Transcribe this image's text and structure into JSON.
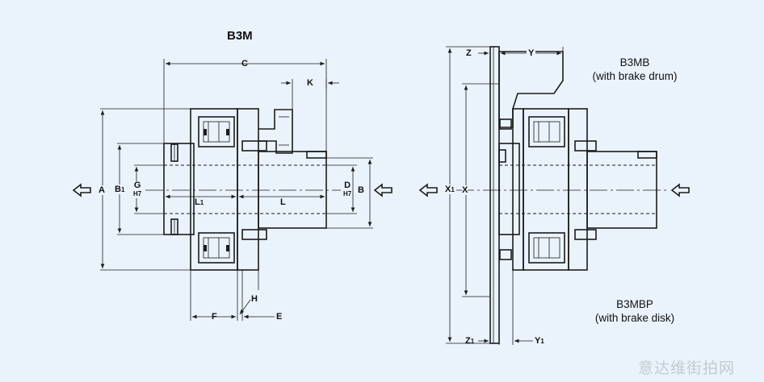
{
  "left_view": {
    "title": "B3M",
    "labels": {
      "A": "A",
      "B1": "B",
      "B1_sub": "1",
      "G": "G",
      "G_fit": "H7",
      "L1": "L",
      "L1_sub": "1",
      "L": "L",
      "D": "D",
      "D_fit": "H7",
      "B": "B",
      "C": "C",
      "K": "K",
      "F": "F",
      "H": "H",
      "E": "E"
    }
  },
  "right_view": {
    "caption_top_line1": "B3MB",
    "caption_top_line2": "(with brake drum)",
    "caption_bottom_line1": "B3MBP",
    "caption_bottom_line2": "(with brake disk)",
    "labels": {
      "Z": "Z",
      "Y": "Y",
      "X1": "X",
      "X1_sub": "1",
      "X": "X",
      "Z1": "Z",
      "Z1_sub": "1",
      "Y1": "Y",
      "Y1_sub": "1"
    }
  },
  "watermark": "意达维街拍网"
}
